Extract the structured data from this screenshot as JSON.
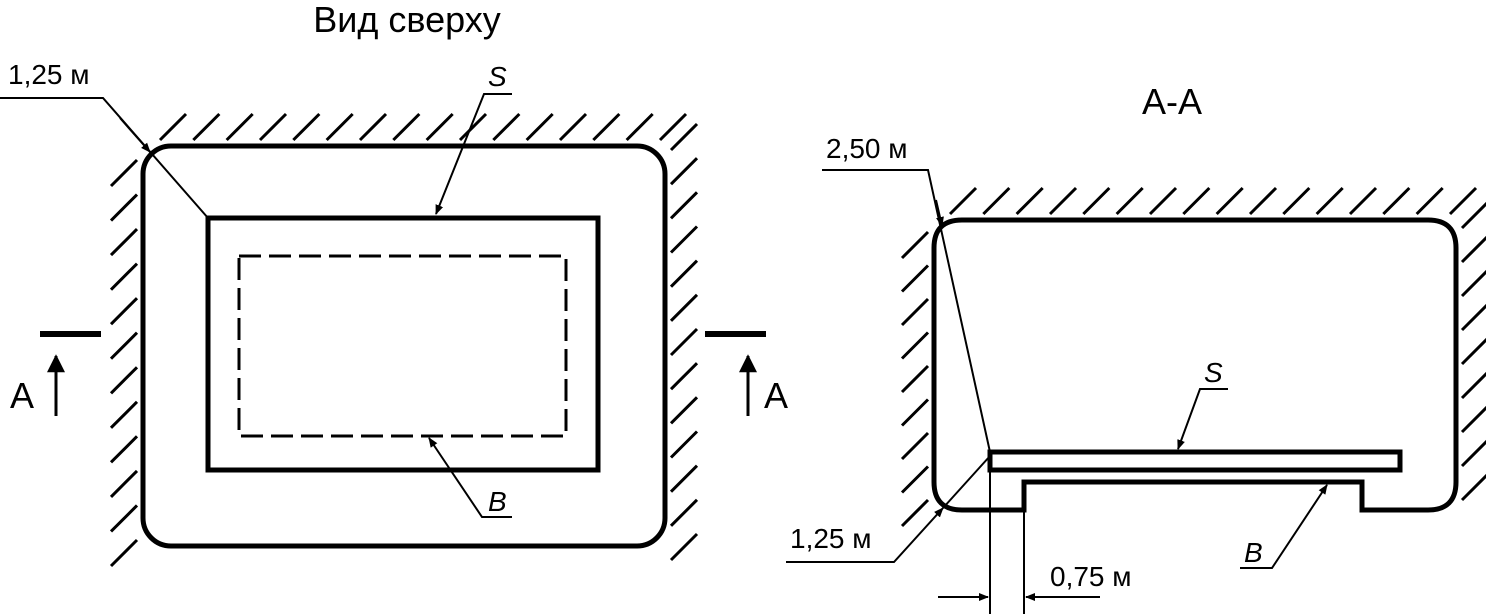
{
  "top_view": {
    "title": "Вид сверху",
    "dim_corner": "1,25 м",
    "label_s": "S",
    "label_b": "B",
    "section_left": "A",
    "section_right": "A"
  },
  "section_view": {
    "title": "А-А",
    "dim_top": "2,50 м",
    "dim_bottom_left": "1,25 м",
    "dim_gap": "0,75 м",
    "label_s": "S",
    "label_b": "B"
  }
}
